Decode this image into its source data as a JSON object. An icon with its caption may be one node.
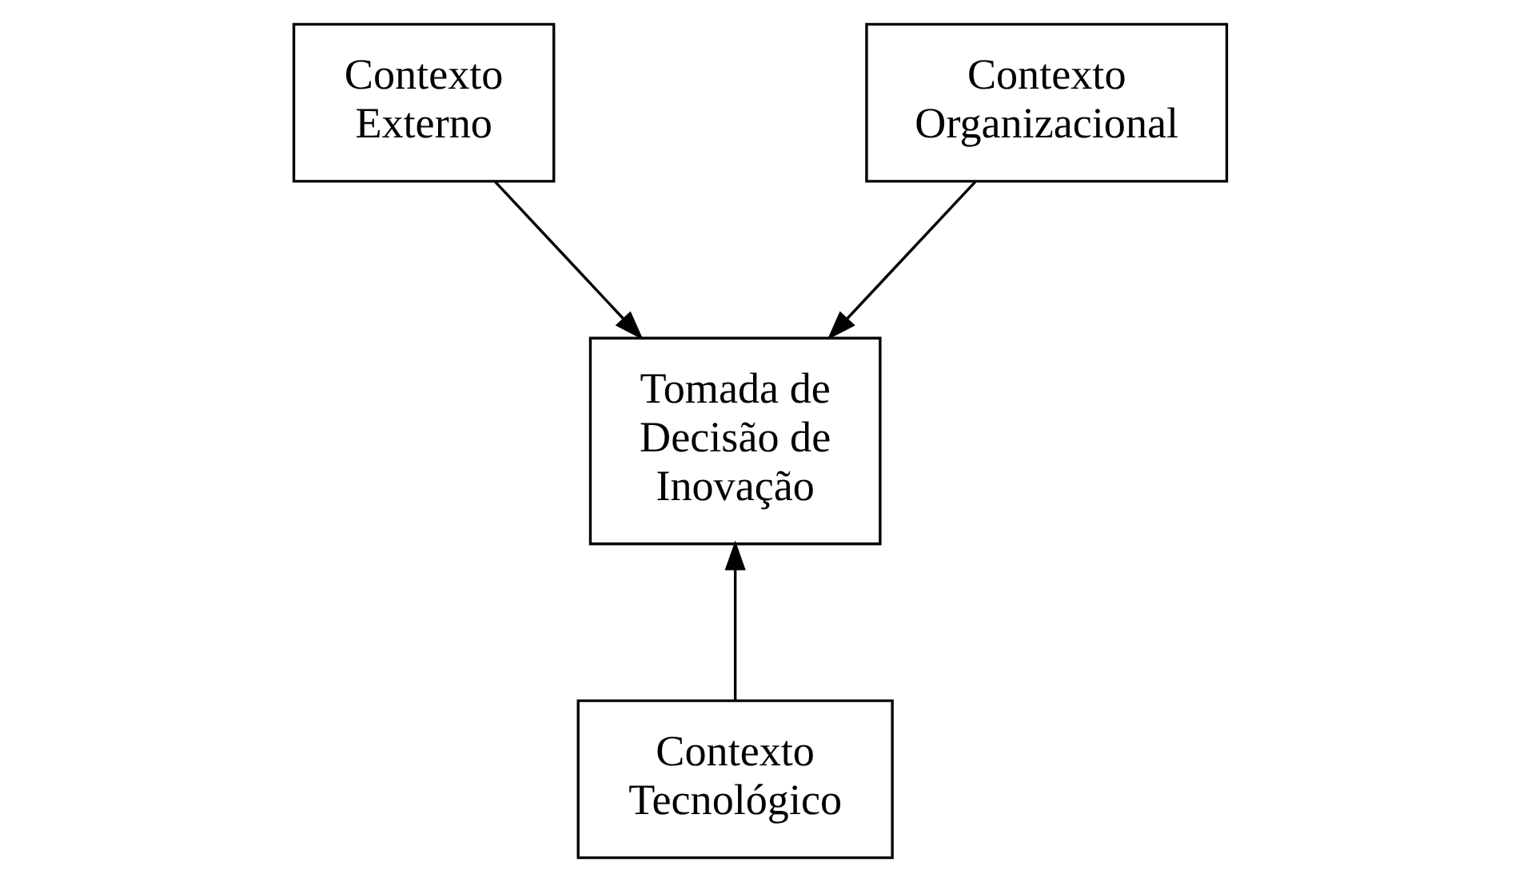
{
  "diagram": {
    "nodes": [
      {
        "text": [
          "Contexto Externo"
        ]
      },
      {
        "text": [
          "Contexto Organizacional"
        ]
      },
      {
        "text": [
          "Tomada de Decisão de Inovação"
        ]
      },
      {
        "text": [
          "Contexto Tecnológico"
        ]
      }
    ],
    "edges": [
      {
        "from": 0,
        "to": 2,
        "arrow": "to"
      },
      {
        "from": 1,
        "to": 2,
        "arrow": "to"
      },
      {
        "from": 3,
        "to": 2,
        "arrow": "to"
      }
    ]
  }
}
